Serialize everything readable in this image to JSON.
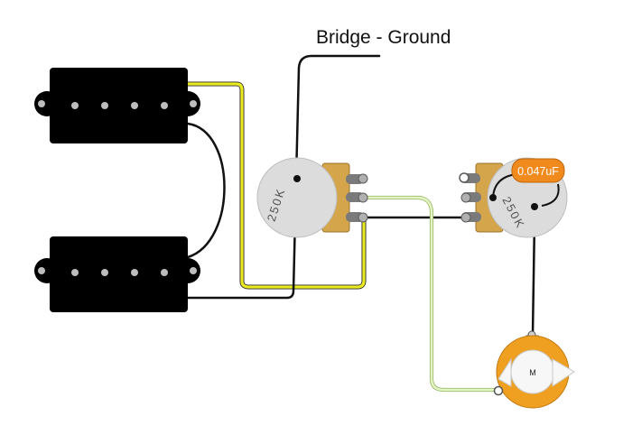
{
  "diagram": {
    "bridge_label": "Bridge - Ground",
    "pot_left_label": "250K",
    "pot_right_label": "250K",
    "capacitor_label": "0.047uF",
    "jack_label": "M"
  },
  "colors": {
    "pickup": "#000000",
    "pole_piece": "#bdbdbd",
    "pot_body": "#dcdcdc",
    "pot_casing": "#d4a54a",
    "wire_black": "#111111",
    "wire_yellow": "#eaea22",
    "wire_green": "#d8ecb0",
    "capacitor": "#f08a1c",
    "jack_ring": "#f0a020"
  }
}
